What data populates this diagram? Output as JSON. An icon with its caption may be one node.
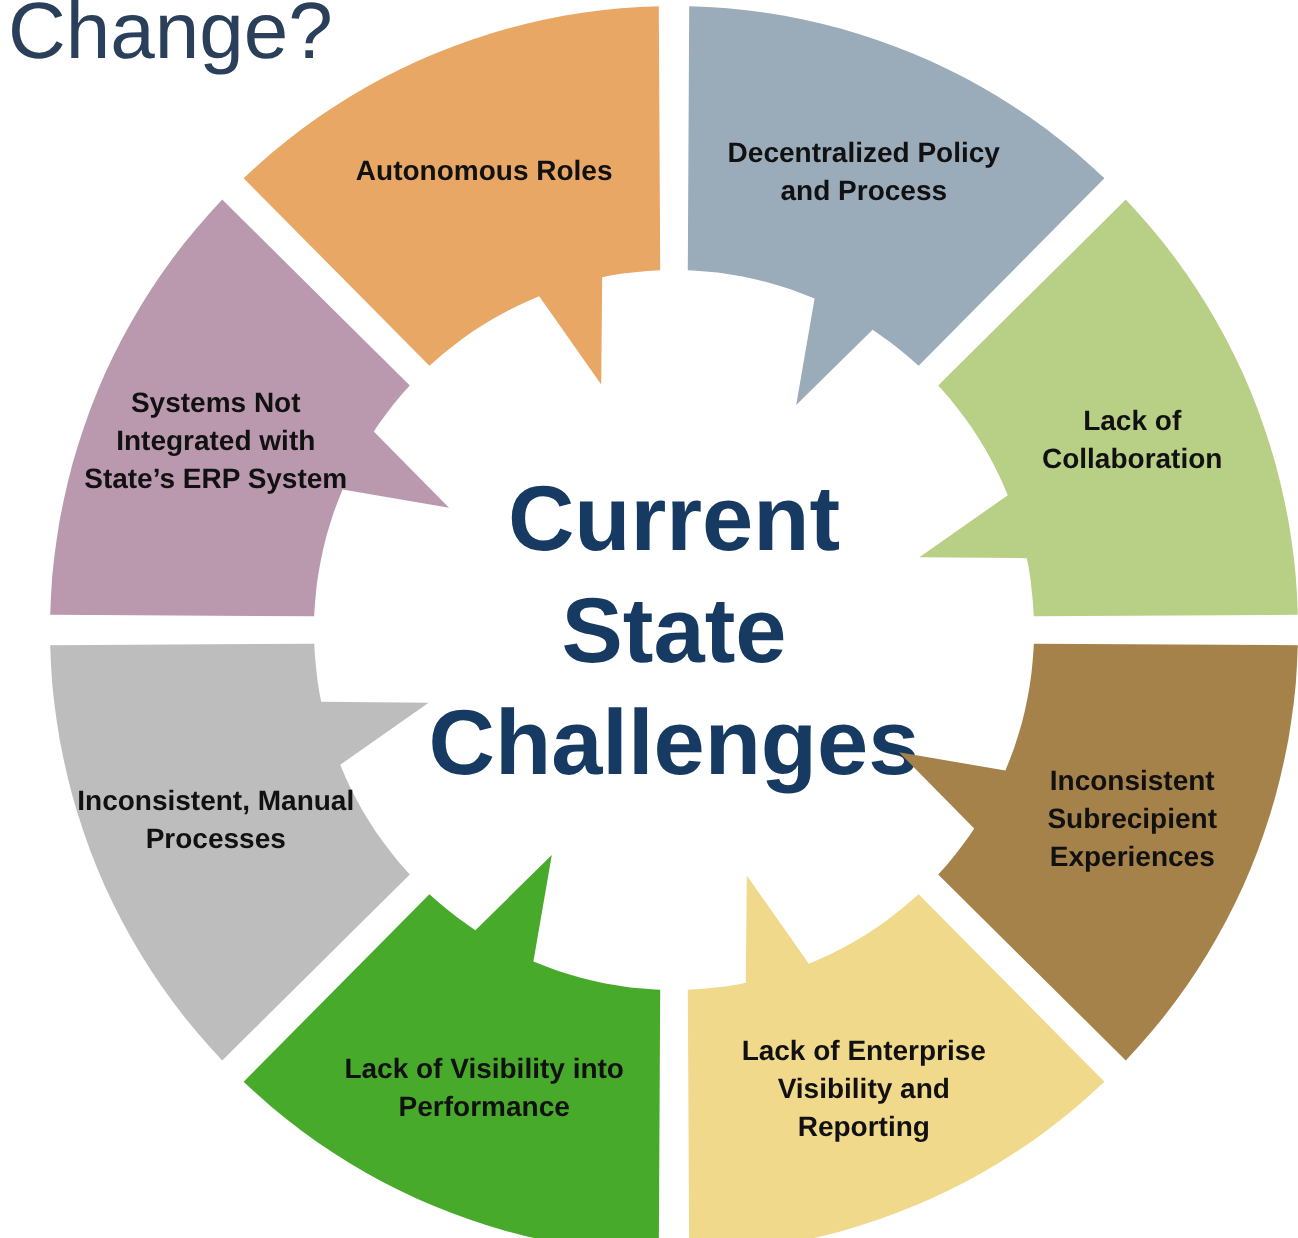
{
  "diagram": {
    "title": "Change?",
    "nodes": [
      {
        "text": [
          "Current State Challenges"
        ]
      },
      {
        "text": [
          "Decentralized Policy and Process"
        ]
      },
      {
        "text": [
          "Lack of Collaboration"
        ]
      },
      {
        "text": [
          "Inconsistent Subrecipient Experiences"
        ]
      },
      {
        "text": [
          "Lack of Enterprise Visibility and Reporting"
        ]
      },
      {
        "text": [
          "Lack of Visibility into Performance"
        ]
      },
      {
        "text": [
          "Inconsistent, Manual Processes"
        ]
      },
      {
        "text": [
          "Systems Not Integrated with State’s ERP System"
        ]
      },
      {
        "text": [
          "Autonomous Roles"
        ]
      }
    ],
    "edges": []
  }
}
